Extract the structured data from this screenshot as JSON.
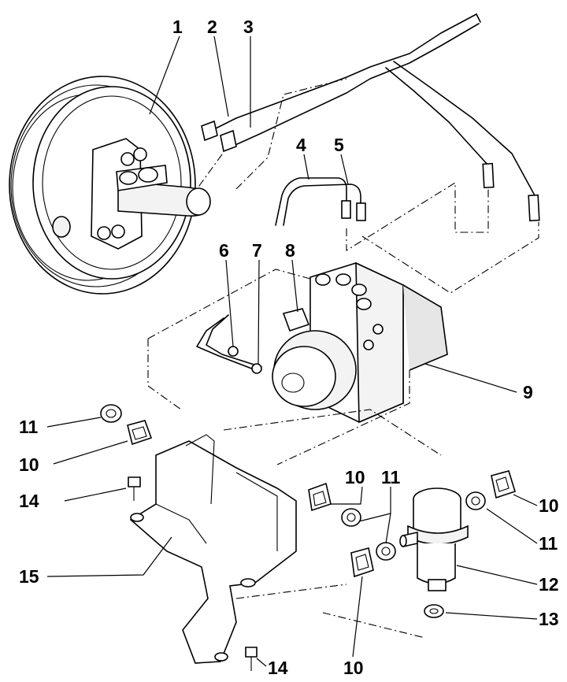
{
  "callouts": [
    {
      "id": "c1",
      "label": "1"
    },
    {
      "id": "c2",
      "label": "2"
    },
    {
      "id": "c3",
      "label": "3"
    },
    {
      "id": "c4",
      "label": "4"
    },
    {
      "id": "c5",
      "label": "5"
    },
    {
      "id": "c6",
      "label": "6"
    },
    {
      "id": "c7",
      "label": "7"
    },
    {
      "id": "c8",
      "label": "8"
    },
    {
      "id": "c9",
      "label": "9"
    },
    {
      "id": "c10a",
      "label": "10"
    },
    {
      "id": "c10b",
      "label": "10"
    },
    {
      "id": "c10c",
      "label": "10"
    },
    {
      "id": "c10d",
      "label": "10"
    },
    {
      "id": "c11a",
      "label": "11"
    },
    {
      "id": "c11b",
      "label": "11"
    },
    {
      "id": "c11c",
      "label": "11"
    },
    {
      "id": "c12",
      "label": "12"
    },
    {
      "id": "c13",
      "label": "13"
    },
    {
      "id": "c14a",
      "label": "14"
    },
    {
      "id": "c14b",
      "label": "14"
    },
    {
      "id": "c15",
      "label": "15"
    }
  ]
}
